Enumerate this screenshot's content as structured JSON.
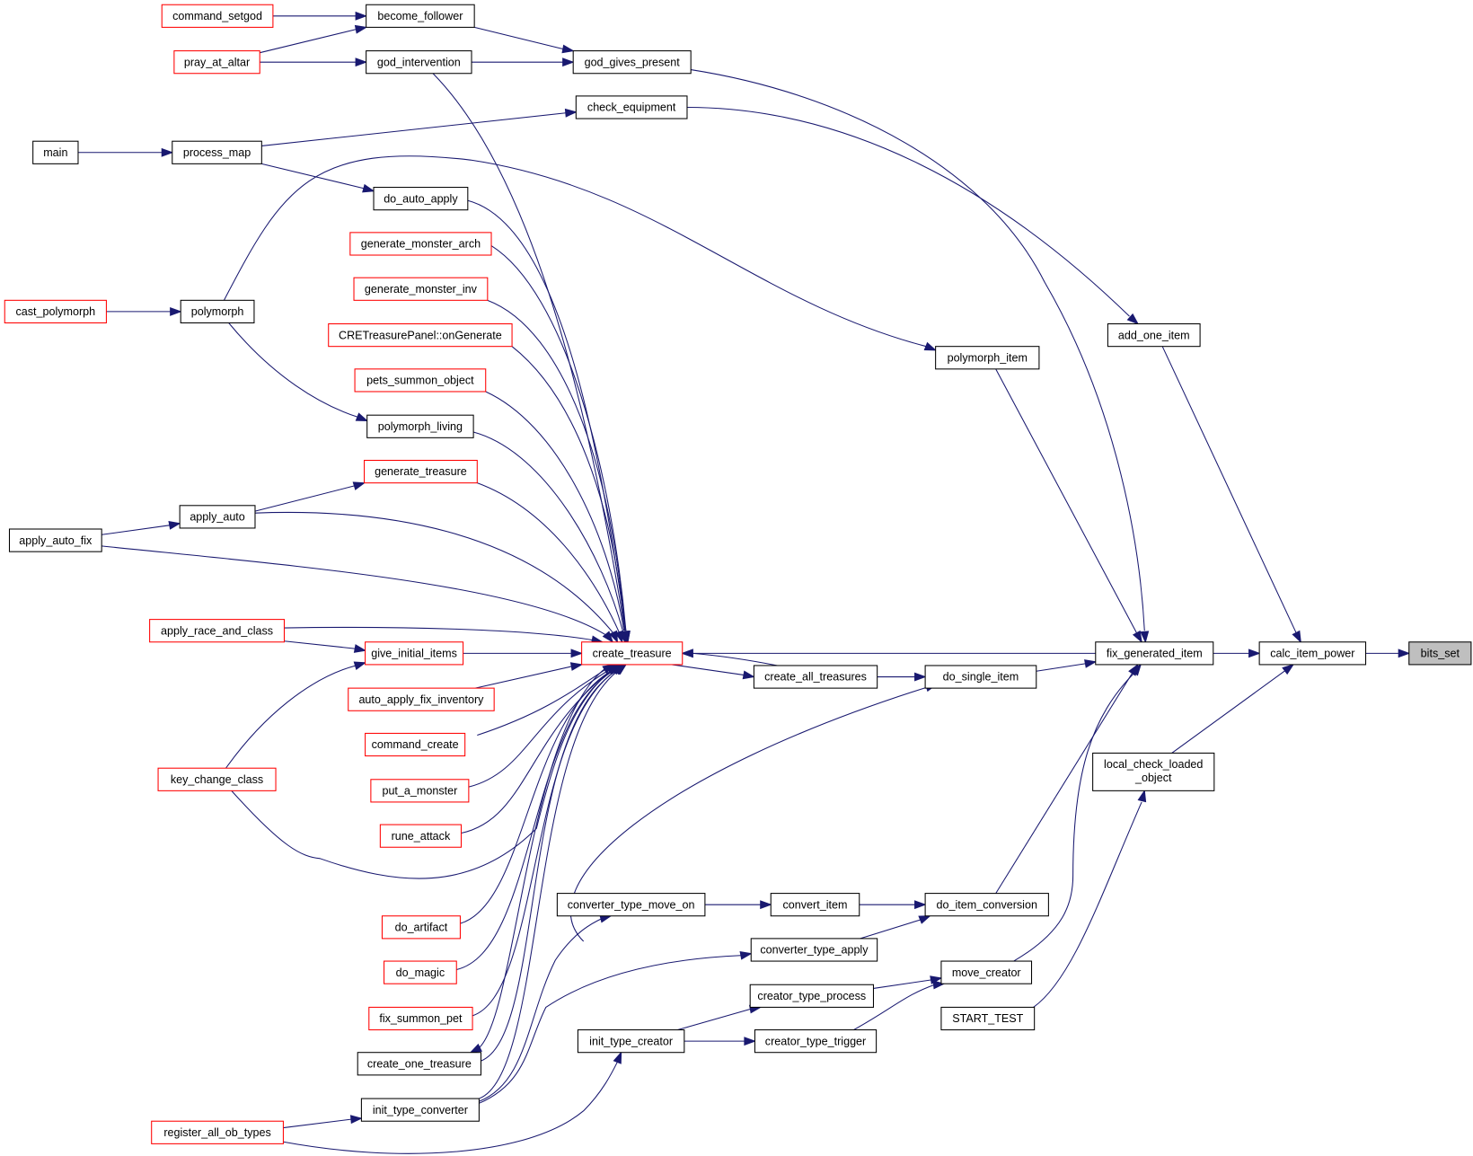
{
  "title": "bits_set caller graph",
  "colors": {
    "edge": "#191970",
    "node_border": "#000000",
    "node_border_undocumented": "#ff0000",
    "root_fill": "#bfbfbf"
  },
  "root": "bits_set",
  "nodes": [
    {
      "id": "command_setgod",
      "label": "command_setgod",
      "style": "red"
    },
    {
      "id": "become_follower",
      "label": "become_follower",
      "style": "normal"
    },
    {
      "id": "pray_at_altar",
      "label": "pray_at_altar",
      "style": "red"
    },
    {
      "id": "god_intervention",
      "label": "god_intervention",
      "style": "normal"
    },
    {
      "id": "god_gives_present",
      "label": "god_gives_present",
      "style": "normal"
    },
    {
      "id": "check_equipment",
      "label": "check_equipment",
      "style": "normal"
    },
    {
      "id": "main",
      "label": "main",
      "style": "normal"
    },
    {
      "id": "process_map",
      "label": "process_map",
      "style": "normal"
    },
    {
      "id": "do_auto_apply",
      "label": "do_auto_apply",
      "style": "normal"
    },
    {
      "id": "generate_monster_arch",
      "label": "generate_monster_arch",
      "style": "red"
    },
    {
      "id": "generate_monster_inv",
      "label": "generate_monster_inv",
      "style": "red"
    },
    {
      "id": "cast_polymorph",
      "label": "cast_polymorph",
      "style": "red"
    },
    {
      "id": "polymorph",
      "label": "polymorph",
      "style": "normal"
    },
    {
      "id": "cre_treasure_panel",
      "label": "CRETreasurePanel::onGenerate",
      "style": "red"
    },
    {
      "id": "pets_summon_object",
      "label": "pets_summon_object",
      "style": "red"
    },
    {
      "id": "polymorph_living",
      "label": "polymorph_living",
      "style": "normal"
    },
    {
      "id": "generate_treasure",
      "label": "generate_treasure",
      "style": "red"
    },
    {
      "id": "apply_auto",
      "label": "apply_auto",
      "style": "normal"
    },
    {
      "id": "apply_auto_fix",
      "label": "apply_auto_fix",
      "style": "normal"
    },
    {
      "id": "apply_race_and_class",
      "label": "apply_race_and_class",
      "style": "red"
    },
    {
      "id": "give_initial_items",
      "label": "give_initial_items",
      "style": "red"
    },
    {
      "id": "create_treasure",
      "label": "create_treasure",
      "style": "red"
    },
    {
      "id": "auto_apply_fix_inventory",
      "label": "auto_apply_fix_inventory",
      "style": "red"
    },
    {
      "id": "command_create",
      "label": "command_create",
      "style": "red"
    },
    {
      "id": "key_change_class",
      "label": "key_change_class",
      "style": "red"
    },
    {
      "id": "put_a_monster",
      "label": "put_a_monster",
      "style": "red"
    },
    {
      "id": "rune_attack",
      "label": "rune_attack",
      "style": "red"
    },
    {
      "id": "do_artifact",
      "label": "do_artifact",
      "style": "red"
    },
    {
      "id": "do_magic",
      "label": "do_magic",
      "style": "red"
    },
    {
      "id": "fix_summon_pet",
      "label": "fix_summon_pet",
      "style": "red"
    },
    {
      "id": "create_one_treasure",
      "label": "create_one_treasure",
      "style": "normal"
    },
    {
      "id": "init_type_converter",
      "label": "init_type_converter",
      "style": "normal"
    },
    {
      "id": "register_all_ob_types",
      "label": "register_all_ob_types",
      "style": "red"
    },
    {
      "id": "create_all_treasures",
      "label": "create_all_treasures",
      "style": "normal"
    },
    {
      "id": "do_single_item",
      "label": "do_single_item",
      "style": "normal"
    },
    {
      "id": "polymorph_item",
      "label": "polymorph_item",
      "style": "normal"
    },
    {
      "id": "add_one_item",
      "label": "add_one_item",
      "style": "normal"
    },
    {
      "id": "fix_generated_item",
      "label": "fix_generated_item",
      "style": "normal"
    },
    {
      "id": "calc_item_power",
      "label": "calc_item_power",
      "style": "normal"
    },
    {
      "id": "bits_set",
      "label": "bits_set",
      "style": "root"
    },
    {
      "id": "local_check_loaded_object",
      "label": "local_check_loaded",
      "label2": "_object",
      "style": "normal"
    },
    {
      "id": "converter_type_move_on",
      "label": "converter_type_move_on",
      "style": "normal"
    },
    {
      "id": "convert_item",
      "label": "convert_item",
      "style": "normal"
    },
    {
      "id": "do_item_conversion",
      "label": "do_item_conversion",
      "style": "normal"
    },
    {
      "id": "converter_type_apply",
      "label": "converter_type_apply",
      "style": "normal"
    },
    {
      "id": "move_creator",
      "label": "move_creator",
      "style": "normal"
    },
    {
      "id": "creator_type_process",
      "label": "creator_type_process",
      "style": "normal"
    },
    {
      "id": "start_test",
      "label": "START_TEST",
      "style": "normal"
    },
    {
      "id": "init_type_creator",
      "label": "init_type_creator",
      "style": "normal"
    },
    {
      "id": "creator_type_trigger",
      "label": "creator_type_trigger",
      "style": "normal"
    }
  ],
  "edges": [
    [
      "command_setgod",
      "become_follower"
    ],
    [
      "pray_at_altar",
      "become_follower"
    ],
    [
      "pray_at_altar",
      "god_intervention"
    ],
    [
      "become_follower",
      "god_gives_present"
    ],
    [
      "god_intervention",
      "god_gives_present"
    ],
    [
      "god_intervention",
      "create_treasure"
    ],
    [
      "main",
      "process_map"
    ],
    [
      "process_map",
      "check_equipment"
    ],
    [
      "process_map",
      "do_auto_apply"
    ],
    [
      "cast_polymorph",
      "polymorph"
    ],
    [
      "polymorph",
      "polymorph_item"
    ],
    [
      "polymorph",
      "polymorph_living"
    ],
    [
      "do_auto_apply",
      "create_treasure"
    ],
    [
      "generate_monster_arch",
      "create_treasure"
    ],
    [
      "generate_monster_inv",
      "create_treasure"
    ],
    [
      "cre_treasure_panel",
      "create_treasure"
    ],
    [
      "pets_summon_object",
      "create_treasure"
    ],
    [
      "polymorph_living",
      "create_treasure"
    ],
    [
      "generate_treasure",
      "create_treasure"
    ],
    [
      "apply_auto",
      "generate_treasure"
    ],
    [
      "apply_auto",
      "create_treasure"
    ],
    [
      "apply_auto_fix",
      "apply_auto"
    ],
    [
      "apply_auto_fix",
      "create_treasure"
    ],
    [
      "apply_race_and_class",
      "create_treasure"
    ],
    [
      "apply_race_and_class",
      "give_initial_items"
    ],
    [
      "give_initial_items",
      "create_treasure"
    ],
    [
      "key_change_class",
      "give_initial_items"
    ],
    [
      "key_change_class",
      "create_treasure"
    ],
    [
      "auto_apply_fix_inventory",
      "create_treasure"
    ],
    [
      "command_create",
      "create_treasure"
    ],
    [
      "put_a_monster",
      "create_treasure"
    ],
    [
      "rune_attack",
      "create_treasure"
    ],
    [
      "do_artifact",
      "create_treasure"
    ],
    [
      "do_magic",
      "create_treasure"
    ],
    [
      "fix_summon_pet",
      "create_treasure"
    ],
    [
      "create_one_treasure",
      "create_treasure"
    ],
    [
      "create_treasure",
      "create_one_treasure"
    ],
    [
      "init_type_converter",
      "create_treasure"
    ],
    [
      "init_type_converter",
      "converter_type_move_on"
    ],
    [
      "init_type_converter",
      "converter_type_apply"
    ],
    [
      "register_all_ob_types",
      "init_type_converter"
    ],
    [
      "register_all_ob_types",
      "init_type_creator"
    ],
    [
      "create_treasure",
      "create_all_treasures"
    ],
    [
      "create_all_treasures",
      "create_treasure"
    ],
    [
      "create_all_treasures",
      "do_single_item"
    ],
    [
      "create_treasure",
      "do_single_item"
    ],
    [
      "fix_generated_item",
      "create_treasure"
    ],
    [
      "do_single_item",
      "fix_generated_item"
    ],
    [
      "god_gives_present",
      "fix_generated_item"
    ],
    [
      "check_equipment",
      "add_one_item"
    ],
    [
      "polymorph_item",
      "fix_generated_item"
    ],
    [
      "add_one_item",
      "calc_item_power"
    ],
    [
      "fix_generated_item",
      "calc_item_power"
    ],
    [
      "calc_item_power",
      "bits_set"
    ],
    [
      "local_check_loaded_object",
      "calc_item_power"
    ],
    [
      "converter_type_move_on",
      "convert_item"
    ],
    [
      "convert_item",
      "do_item_conversion"
    ],
    [
      "converter_type_apply",
      "do_item_conversion"
    ],
    [
      "do_item_conversion",
      "fix_generated_item"
    ],
    [
      "move_creator",
      "fix_generated_item"
    ],
    [
      "creator_type_process",
      "move_creator"
    ],
    [
      "creator_type_trigger",
      "move_creator"
    ],
    [
      "init_type_creator",
      "creator_type_process"
    ],
    [
      "init_type_creator",
      "creator_type_trigger"
    ],
    [
      "start_test",
      "local_check_loaded_object"
    ]
  ]
}
